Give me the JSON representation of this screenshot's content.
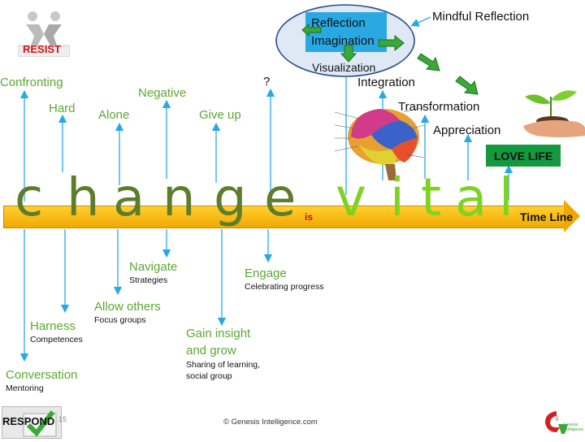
{
  "badges": {
    "resist": "RESIST",
    "respond": "RESPOND"
  },
  "top_labels": {
    "confronting": "Confronting",
    "hard": "Hard",
    "alone": "Alone",
    "negative": "Negative",
    "give_up": "Give up",
    "question": "?"
  },
  "ellipse": {
    "reflection": "Reflection",
    "imagination": "Imagination",
    "visualization": "Visualization"
  },
  "mindful_reflection": "Mindful Reflection",
  "stages": {
    "integration": "Integration",
    "transformation": "Transformation",
    "appreciation": "Appreciation",
    "love_life": "LOVE LIFE"
  },
  "timeline": {
    "label": "Time Line",
    "word_change": [
      "c",
      "h",
      "a",
      "n",
      "g",
      "e"
    ],
    "is": "is",
    "word_vital": [
      "v",
      "i",
      "t",
      "a",
      "l"
    ]
  },
  "bottom_labels": {
    "navigate": {
      "title": "Navigate",
      "sub": "Strategies"
    },
    "engage": {
      "title": "Engage",
      "sub": "Celebrating progress"
    },
    "allow_others": {
      "title": "Allow others",
      "sub": "Focus groups"
    },
    "harness": {
      "title": "Harness",
      "sub": "Competences"
    },
    "gain_insight": {
      "title_line1": "Gain insight",
      "title_line2": "and grow",
      "sub_line1": "Sharing of learning,",
      "sub_line2": "social group"
    },
    "conversation": {
      "title": "Conversation",
      "sub": "Mentoring"
    }
  },
  "footer": {
    "copyright": "© Genesis Intelligence.com",
    "page_fragment": "15",
    "slide_number": "4",
    "logo_text": "Genesis Intelligence"
  },
  "colors": {
    "arrow_blue": "#29a9e4",
    "label_green": "#5aa832",
    "change_green": "#5e7d2c",
    "vital_green": "#7fd221",
    "timeline_orange": "#f0a800",
    "love_life_bg": "#14993e",
    "resist_red": "#d21414"
  }
}
